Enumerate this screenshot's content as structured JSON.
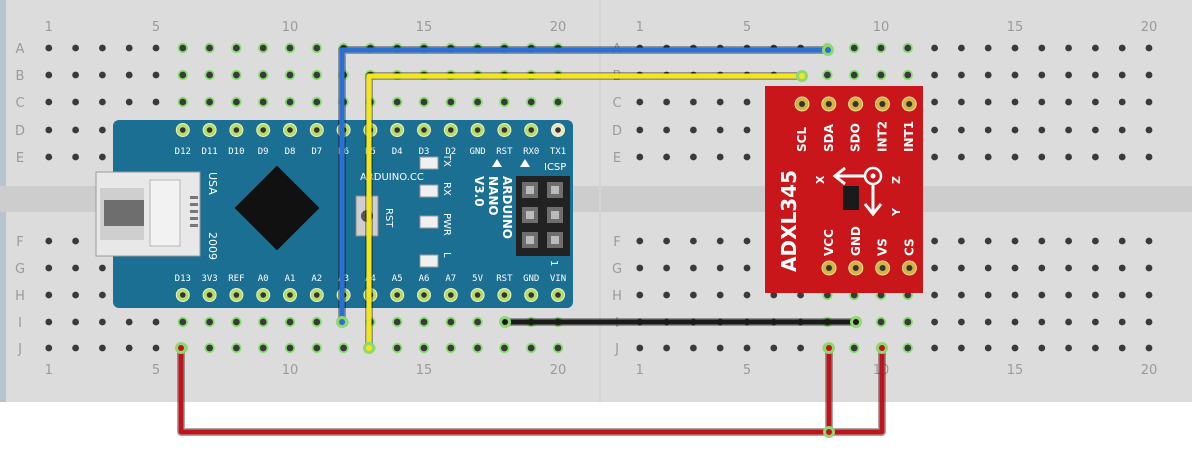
{
  "breadboard": {
    "rows_top": [
      "A",
      "B",
      "C",
      "D",
      "E"
    ],
    "rows_bottom": [
      "F",
      "G",
      "H",
      "I",
      "J"
    ],
    "column_numbers_left": [
      "5",
      "10",
      "15",
      "20"
    ],
    "column_numbers_left_start": "1",
    "column_numbers_right": [
      "1",
      "5",
      "10",
      "15",
      "20"
    ],
    "colors": {
      "board": "#dcdcdc",
      "hole": "#3a3a3a",
      "hole_active": "#88e070",
      "channel": "#cdcdcd",
      "label": "#9a9a9a"
    }
  },
  "arduino": {
    "top_pins": [
      "D12",
      "D11",
      "D10",
      "D9",
      "D8",
      "D7",
      "D6",
      "D5",
      "D4",
      "D3",
      "D2",
      "GND",
      "RST",
      "RX0",
      "TX1"
    ],
    "bottom_pins": [
      "D13",
      "3V3",
      "REF",
      "A0",
      "A1",
      "A2",
      "A3",
      "A4",
      "A5",
      "A6",
      "A7",
      "5V",
      "RST",
      "GND",
      "VIN"
    ],
    "board_text": [
      "ARDUINO",
      "NANO",
      "V3.0"
    ],
    "url": "ARDUINO.CC",
    "usa": "USA",
    "year": "2009",
    "icsp": "ICSP",
    "rst_button": "RST",
    "leds": [
      "TX",
      "RX",
      "PWR",
      "L"
    ],
    "pin_one": "1",
    "color": "#1b6f93"
  },
  "adxl345": {
    "name": "ADXL345",
    "top_pins": [
      "SCL",
      "SDA",
      "SDO",
      "INT2",
      "INT1"
    ],
    "bottom_pins": [
      "VCC",
      "GND",
      "VS",
      "CS"
    ],
    "axes": [
      "X",
      "Y",
      "Z"
    ],
    "color": "#c8161a"
  },
  "wires": [
    {
      "name": "blue-wire",
      "color": "#2a6fd1"
    },
    {
      "name": "yellow-wire",
      "color": "#f5e61a"
    },
    {
      "name": "black-wire",
      "color": "#1a1a1a"
    },
    {
      "name": "red-wire",
      "color": "#c0141a"
    }
  ]
}
